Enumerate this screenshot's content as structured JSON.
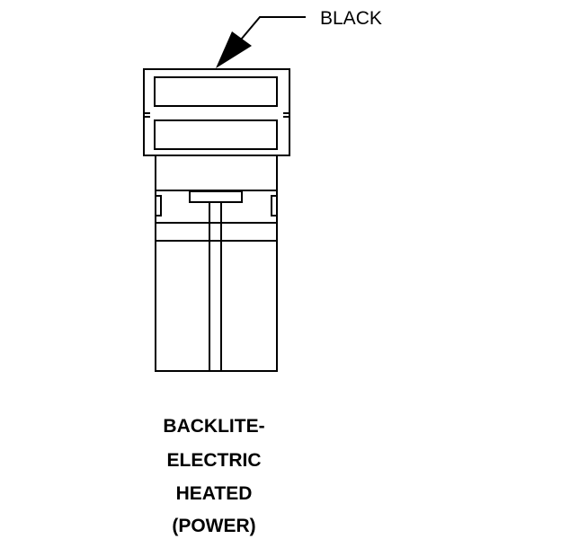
{
  "diagram": {
    "callout_label": "BLACK",
    "caption": {
      "line1": "BACKLITE-",
      "line2": "ELECTRIC",
      "line3": "HEATED",
      "line4": "(POWER)"
    },
    "colors": {
      "ink": "#000000",
      "background": "#ffffff"
    }
  }
}
